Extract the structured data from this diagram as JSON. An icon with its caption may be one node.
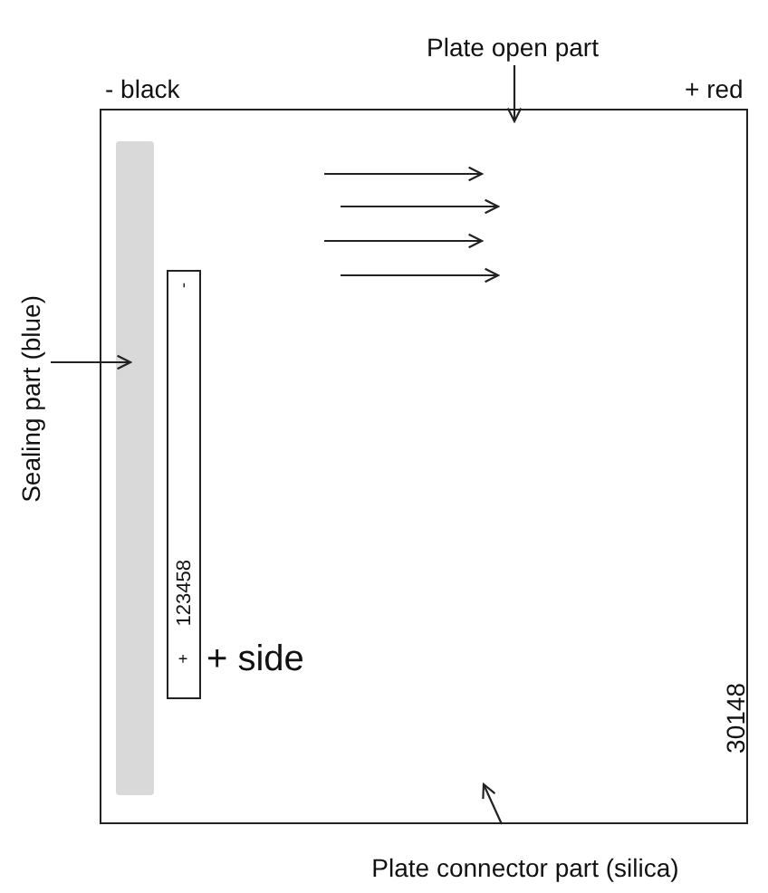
{
  "diagram": {
    "nodes": [
      {
        "text": [],
        "shape": "box"
      },
      {
        "text": [],
        "shape": "bar",
        "in": 0
      },
      {
        "text": [
          "-",
          "123458",
          "+"
        ],
        "in": 0,
        "beside": [
          "+ side"
        ]
      },
      {
        "text": [
          "Plate open part"
        ]
      },
      {
        "text": [
          "Sealing part (blue)"
        ]
      },
      {
        "text": [
          "Plate connector part (silica)"
        ]
      }
    ],
    "edges": [
      {
        "from": 3,
        "to": 0,
        "arrow": "to"
      },
      {
        "from": 4,
        "to": 1,
        "arrow": "to"
      },
      {
        "from": 5,
        "to": 0,
        "arrow": "to"
      }
    ],
    "labels": [
      "- black",
      "+ red",
      "30148"
    ]
  }
}
